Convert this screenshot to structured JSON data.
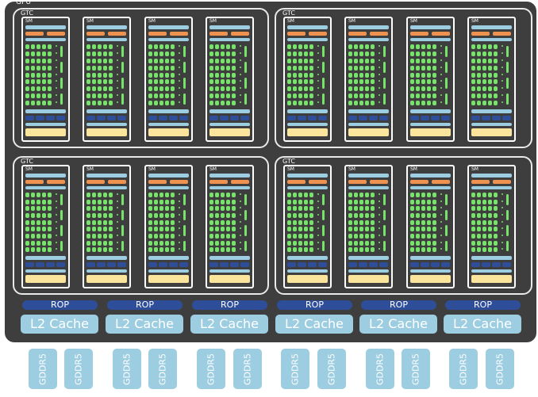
{
  "gpu_label": "GPU",
  "gtc_label": "GTC",
  "sm_label": "SM",
  "rop_label": "ROP",
  "l2_label": "L2 Cache",
  "memory_label": "GDDR5",
  "colors": {
    "chip_background": "#3e3e3e",
    "outline": "#e9e9e9",
    "light_blue": "#9ccde0",
    "dark_blue": "#2f4e9a",
    "orange": "#ef9250",
    "green": "#77e36a",
    "yellow": "#fbe49b"
  }
}
